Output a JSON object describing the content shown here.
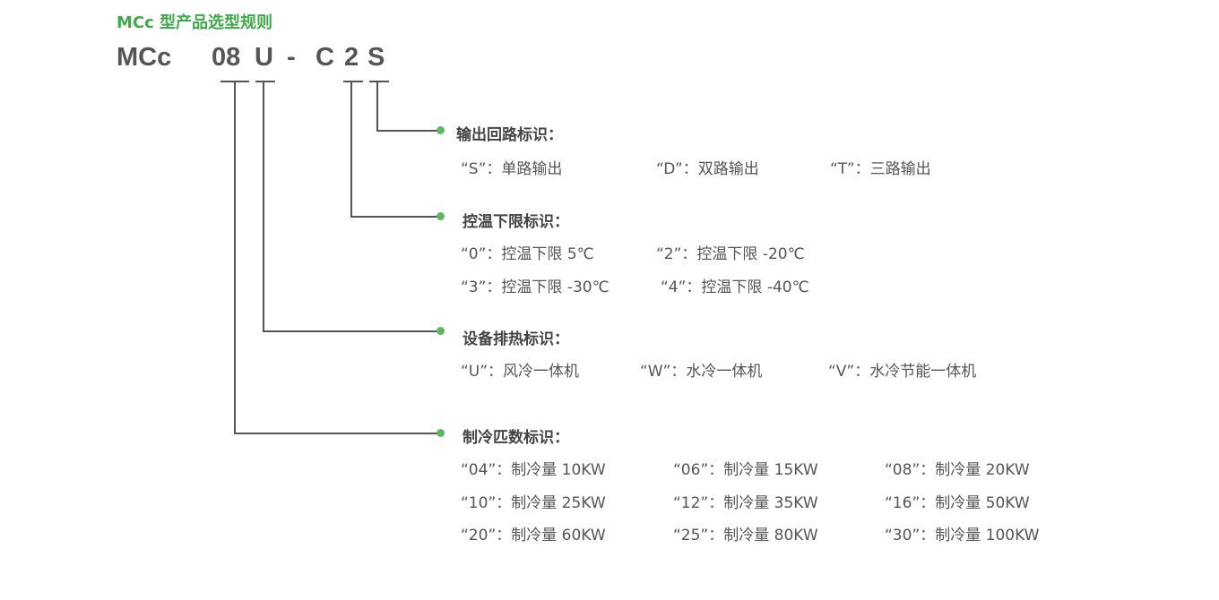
{
  "header": {
    "title": "MCc 型产品选型规则"
  },
  "model_code": {
    "prefix": "MCc",
    "capacity": "08",
    "heat": "U",
    "dash": "-",
    "temp_prefix": "C",
    "temp": "2",
    "output": "S"
  },
  "output_loop": {
    "title": "输出回路标识：",
    "options": [
      "“S”：单路输出",
      "“D”：双路输出",
      "“T”：三路输出"
    ]
  },
  "temp_limit": {
    "title": "控温下限标识：",
    "options": [
      "“0”：控温下限 5℃",
      "“2”：控温下限 -20℃",
      "“3”：控温下限 -30℃",
      "“4”：控温下限 -40℃"
    ]
  },
  "heat_id": {
    "title": "设备排热标识：",
    "options": [
      "“U”：风冷一体机",
      "“W”：水冷一体机",
      "“V”：水冷节能一体机"
    ]
  },
  "cooling": {
    "title": "制冷匹数标识：",
    "options": [
      "“04”：制冷量 10KW",
      "“06”：制冷量 15KW",
      "“08”：制冷量 20KW",
      "“10”：制冷量 25KW",
      "“12”：制冷量 35KW",
      "“16”：制冷量 50KW",
      "“20”：制冷量 60KW",
      "“25”：制冷量 80KW",
      "“30”：制冷量 100KW"
    ]
  }
}
